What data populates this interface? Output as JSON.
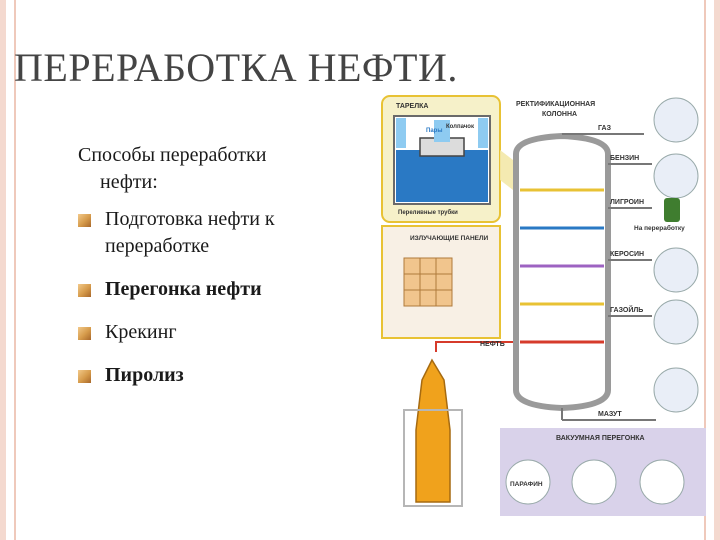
{
  "slide": {
    "title": "ПЕРЕРАБОТКА НЕФТИ.",
    "intro_line1": "Способы переработки",
    "intro_line2": "нефти:",
    "bullets": [
      {
        "line1": "Подготовка нефти к",
        "line2": "переработке",
        "bold": false
      },
      {
        "line1": "Перегонка нефти",
        "line2": "",
        "bold": true
      },
      {
        "line1": "Крекинг",
        "line2": "",
        "bold": false
      },
      {
        "line1": "Пиролиз",
        "line2": "",
        "bold": true
      }
    ]
  },
  "diagram": {
    "tray_box": {
      "title": "ТАРЕЛКА",
      "vapors": "Пары",
      "cap": "Колпачок",
      "drain": "Переливные трубки"
    },
    "column_title_1": "РЕКТИФИКАЦИОННАЯ",
    "column_title_2": "КОЛОННА",
    "products": [
      "ГАЗ",
      "БЕНЗИН",
      "ЛИГРОИН",
      "КЕРОСИН",
      "ГАЗОЙЛЬ"
    ],
    "for_processing": "На переработку",
    "oil": "НЕФТЬ",
    "residue": "МАЗУТ",
    "vacuum": "ВАКУУМНАЯ ПЕРЕГОНКА",
    "paraffin": "ПАРАФИН",
    "furnace_panels": "ИЗЛУЧАЮЩИЕ ПАНЕЛИ",
    "colors": {
      "accent": "#e8c234",
      "column": "#9a9a9a",
      "blue": "#2a79c4",
      "purple_box": "#d9d2ea"
    }
  }
}
